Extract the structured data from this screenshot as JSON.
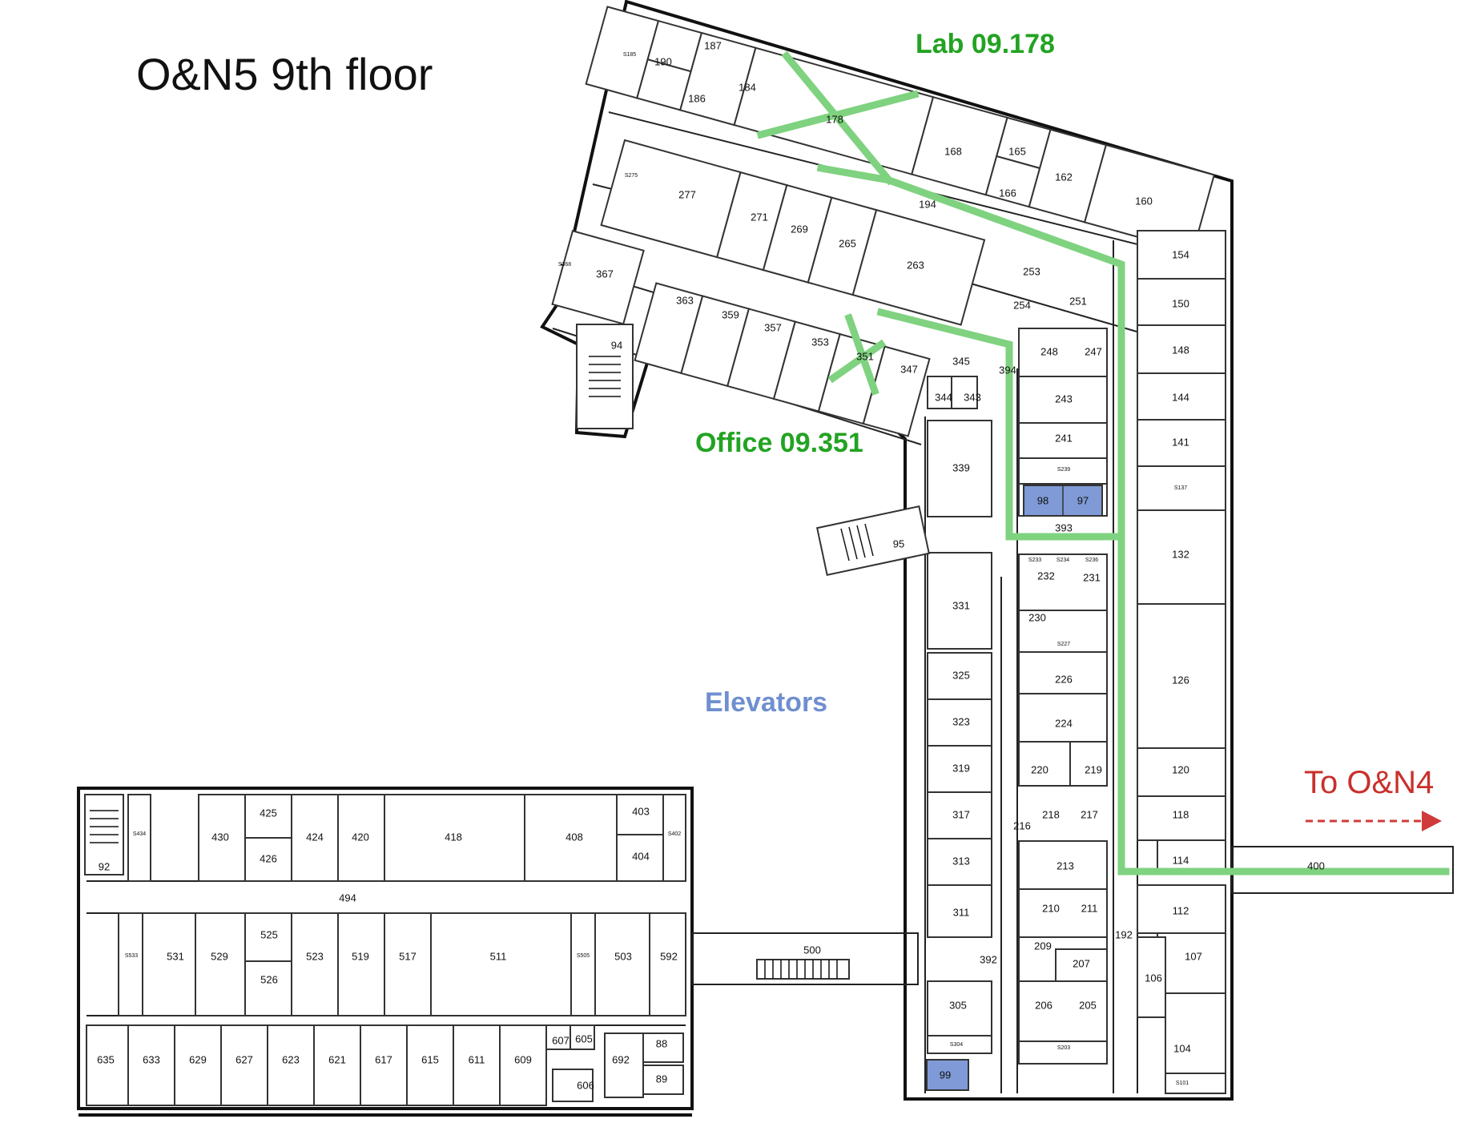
{
  "map": {
    "title": "O&N5 9th floor",
    "annotations": {
      "lab": "Lab 09.178",
      "office": "Office 09.351",
      "elevators": "Elevators",
      "to_building": "To O&N4"
    },
    "colors": {
      "route": "#7fd27f",
      "lab_label": "#22a322",
      "elevators": "#6f8fd0",
      "elevator_fill": "#7f9ad6",
      "arrow": "#d13a3a"
    },
    "rooms": {
      "187": "187",
      "190": "190",
      "186": "186",
      "184": "184",
      "178": "178",
      "168": "168",
      "165": "165",
      "166": "166",
      "162": "162",
      "160": "160",
      "277": "277",
      "271": "271",
      "269": "269",
      "265": "265",
      "263": "263",
      "194": "194",
      "367": "367",
      "363": "363",
      "359": "359",
      "357": "357",
      "353": "353",
      "351": "351",
      "347": "347",
      "345": "345",
      "344": "344",
      "343": "343",
      "94": "94",
      "253": "253",
      "254": "254",
      "251": "251",
      "248": "248",
      "247": "247",
      "394": "394",
      "243": "243",
      "241": "241",
      "339": "339",
      "98": "98",
      "97": "97",
      "393": "393",
      "95": "95",
      "154": "154",
      "150": "150",
      "148": "148",
      "144": "144",
      "141": "141",
      "132": "132",
      "232": "232",
      "231": "231",
      "230": "230",
      "331": "331",
      "126": "126",
      "325": "325",
      "226": "226",
      "323": "323",
      "224": "224",
      "319": "319",
      "220": "220",
      "219": "219",
      "120": "120",
      "317": "317",
      "218": "218",
      "217": "217",
      "216": "216",
      "118": "118",
      "313": "313",
      "213": "213",
      "114": "114",
      "400": "400",
      "311": "311",
      "210": "210",
      "211": "211",
      "112": "112",
      "192": "192",
      "209": "209",
      "207": "207",
      "107": "107",
      "106": "106",
      "392": "392",
      "305": "305",
      "206": "206",
      "205": "205",
      "104": "104",
      "99": "99",
      "500": "500",
      "425": "425",
      "430": "430",
      "426": "426",
      "424": "424",
      "420": "420",
      "418": "418",
      "408": "408",
      "403": "403",
      "404": "404",
      "92": "92",
      "494": "494",
      "531": "531",
      "529": "529",
      "525": "525",
      "526": "526",
      "523": "523",
      "519": "519",
      "517": "517",
      "511": "511",
      "503": "503",
      "592": "592",
      "635": "635",
      "633": "633",
      "629": "629",
      "627": "627",
      "623": "623",
      "621": "621",
      "617": "617",
      "615": "615",
      "611": "611",
      "609": "609",
      "607": "607",
      "605": "605",
      "606": "606",
      "692": "692",
      "88": "88",
      "89": "89"
    },
    "small_rooms": {
      "S185": "S185",
      "S275": "S275",
      "S368": "S368",
      "S239": "S239",
      "S137": "S137",
      "S233": "S233",
      "S234": "S234",
      "S236": "S236",
      "S227": "S227",
      "S304": "S304",
      "S203": "S203",
      "S101": "S101",
      "S434": "S434",
      "S402": "S402",
      "S533": "S533",
      "S505": "S505"
    }
  }
}
